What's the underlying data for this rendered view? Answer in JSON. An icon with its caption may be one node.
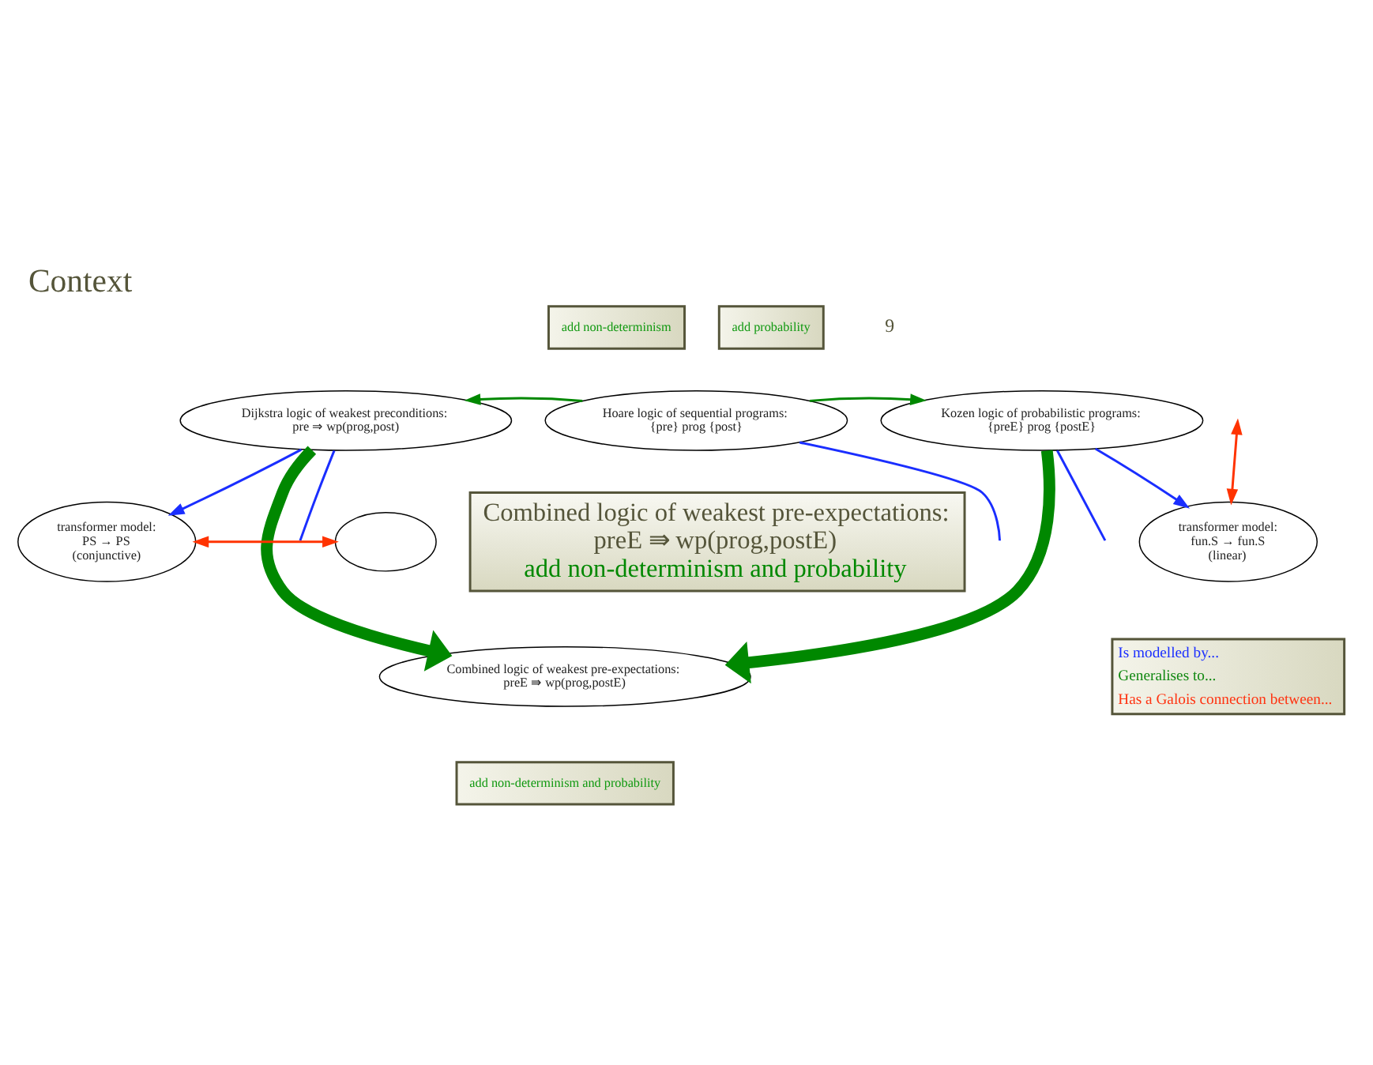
{
  "diagram": {
    "title": "Context",
    "nodes": [
      {
        "text": [
          "add non-determinism"
        ]
      },
      {
        "text": [
          "add probability"
        ]
      },
      {
        "text": [
          "Dijkstra logic of weakest preconditions:",
          "pre ⇒ wp(prog,post)"
        ]
      },
      {
        "text": [
          "Hoare logic of sequential programs:",
          "{pre} prog {post}"
        ]
      },
      {
        "text": [
          "Kozen logic of probabilistic programs:",
          "{preE} prog {postE}"
        ]
      },
      {
        "text": [
          "transformer model:",
          "PS → PS",
          "(conjunctive)"
        ]
      },
      {
        "text": [],
        "shape": "ellipse"
      },
      {
        "text": [
          "Combined logic of weakest pre-expectations:",
          "preE ⇛ wp(prog,postE)",
          "add non-determinism and probability"
        ]
      },
      {
        "text": [
          "transformer model:",
          "fun.S → fun.S",
          "(linear)"
        ]
      },
      {
        "text": [
          "Combined logic of weakest pre-expectations:",
          "preE ⇛ wp(prog,postE)"
        ]
      },
      {
        "text": [
          "add non-determinism and probability"
        ]
      }
    ],
    "edges": [
      {
        "from": 3,
        "to": 2,
        "arrow": "to",
        "color": "#008800"
      },
      {
        "from": 3,
        "to": 4,
        "arrow": "to",
        "color": "#008800"
      },
      {
        "from": 2,
        "to": 5,
        "arrow": "to"
      },
      {
        "from": 4,
        "to": 8,
        "arrow": "to"
      },
      {
        "from": 2,
        "to": null,
        "arrow": "none"
      },
      {
        "from": 3,
        "to": null,
        "arrow": "none"
      },
      {
        "from": 4,
        "to": null,
        "arrow": "none"
      },
      {
        "from": 5,
        "to": 6,
        "arrow": "both",
        "color": "#ff3300"
      },
      {
        "from": null,
        "to": 8,
        "arrow": "both",
        "color": "#ff3300"
      },
      {
        "from": 2,
        "to": 9,
        "arrow": "to",
        "style": "thick",
        "color": "#008800"
      },
      {
        "from": 4,
        "to": 9,
        "arrow": "to",
        "style": "thick",
        "color": "#008800"
      }
    ],
    "labels": [
      "9"
    ],
    "legend": [
      {
        "text": "Is modelled by...",
        "color": "#1a2eff"
      },
      {
        "text": "Generalises to...",
        "color": "#118811"
      },
      {
        "text": "Has a Galois connection between...",
        "color": "#ff3311"
      }
    ]
  }
}
